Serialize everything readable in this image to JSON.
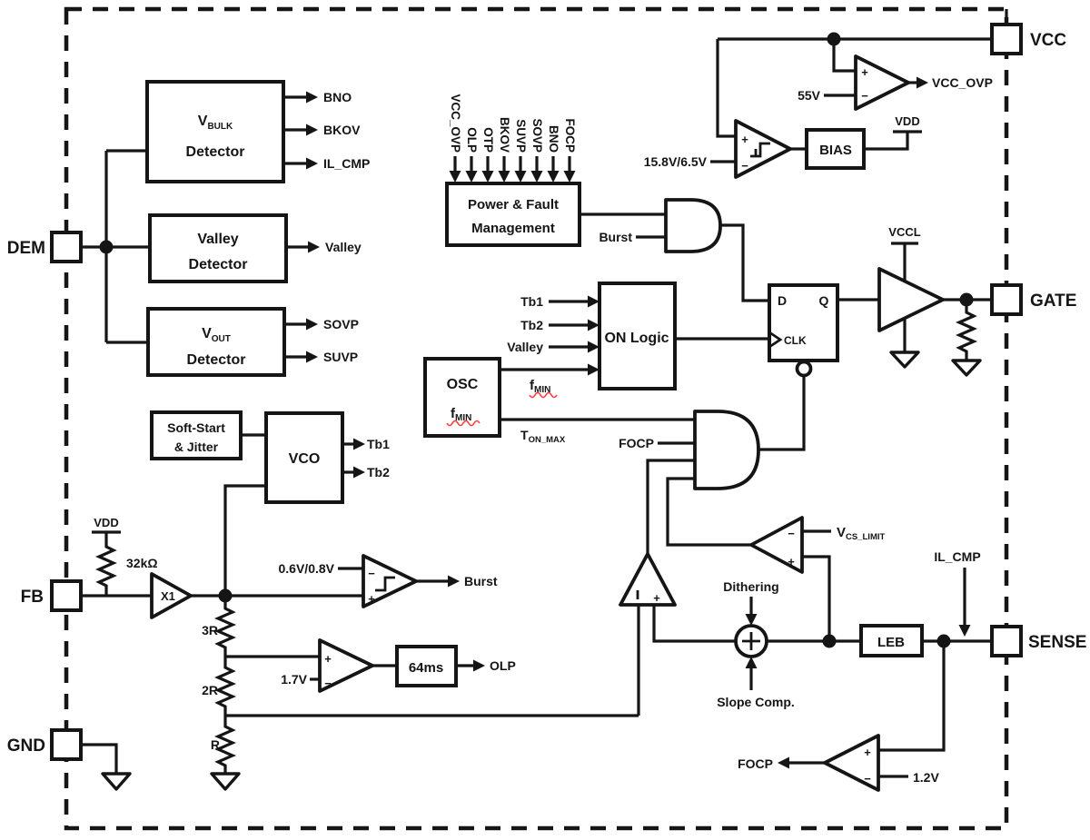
{
  "pins": {
    "dem": "DEM",
    "fb": "FB",
    "gnd": "GND",
    "vcc": "VCC",
    "gate": "GATE",
    "sense": "SENSE"
  },
  "sym": {
    "plus": "+",
    "minus": "−"
  },
  "det": {
    "vbulk_v": "V",
    "vbulk_sub": "BULK",
    "vbulk_l2": "Detector",
    "bno": "BNO",
    "bkov": "BKOV",
    "il_cmp": "IL_CMP",
    "valley_l1": "Valley",
    "valley_l2": "Detector",
    "valley_out": "Valley",
    "vout_v": "V",
    "vout_sub": "OUT",
    "vout_l2": "Detector",
    "sovp": "SOVP",
    "suvp": "SUVP"
  },
  "pfm": {
    "l1": "Power & Fault",
    "l2": "Management",
    "inputs": [
      "VCC_OVP",
      "OLP",
      "OTP",
      "BKOV",
      "SUVP",
      "SOVP",
      "BNO",
      "FOCP"
    ],
    "burst": "Burst"
  },
  "vcc": {
    "ref55": "55V",
    "ovp_out": "VCC_OVP",
    "uvlo_ref": "15.8V/6.5V",
    "bias": "BIAS",
    "vdd": "VDD"
  },
  "logic": {
    "on_logic": "ON Logic",
    "tb1": "Tb1",
    "tb2": "Tb2",
    "valley": "Valley"
  },
  "osc": {
    "name": "OSC",
    "f": "f",
    "fsub": "MIN",
    "of": "f",
    "ofsub": "MIN",
    "t": "T",
    "tsub": "ON_MAX"
  },
  "ff": {
    "d": "D",
    "q": "Q",
    "clk": "CLK"
  },
  "drv": {
    "vccl": "VCCL"
  },
  "clk": {
    "ss1": "Soft-Start",
    "ss2": "& Jitter",
    "vco": "VCO",
    "tb1": "Tb1",
    "tb2": "Tb2"
  },
  "fb": {
    "vdd": "VDD",
    "r": "32kΩ",
    "x1": "X1",
    "bref": "0.6V/0.8V",
    "burst": "Burst",
    "r3": "3R",
    "r2": "2R",
    "r1": "R",
    "olpref": "1.7V",
    "delay": "64ms",
    "olp": "OLP"
  },
  "sen": {
    "focp_in": "FOCP",
    "v": "V",
    "vsub": "CS_LIMIT",
    "dith": "Dithering",
    "slope": "Slope Comp.",
    "leb": "LEB",
    "ilcmp": "IL_CMP",
    "ref12": "1.2V",
    "focp_out": "FOCP"
  }
}
